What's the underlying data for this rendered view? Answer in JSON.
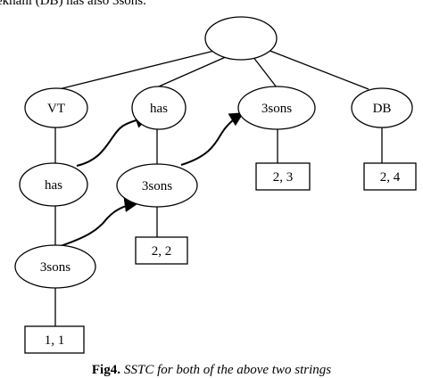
{
  "top_text": "ekhani (DB) has also 3sons.",
  "nodes": {
    "root": "",
    "vt": "VT",
    "has_top": "has",
    "threesons_top": "3sons",
    "db": "DB",
    "has_mid": "has",
    "threesons_mid": "3sons",
    "threesons_low": "3sons"
  },
  "boxes": {
    "b11": "1, 1",
    "b22": "2, 2",
    "b23": "2, 3",
    "b24": "2, 4"
  },
  "caption": {
    "label": "Fig4.",
    "text": "SSTC for both of the above two strings"
  }
}
